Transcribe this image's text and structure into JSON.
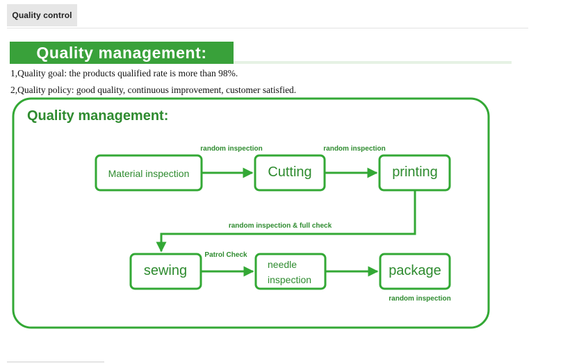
{
  "tab": {
    "label": "Quality control"
  },
  "banner": {
    "title": "Quality management:"
  },
  "lines": [
    "1,Quality goal: the products qualified rate is more than 98%.",
    "2,Quality policy: good quality, continuous improvement, customer satisfied."
  ],
  "diagram": {
    "title": "Quality management:",
    "boxes": {
      "material": "Material inspection",
      "cutting": "Cutting",
      "printing": "printing",
      "sewing": "sewing",
      "needle_1": "needle",
      "needle_2": "inspection",
      "package": "package"
    },
    "edges": {
      "material_to_cutting": "random inspection",
      "cutting_to_printing": "random inspection",
      "printing_to_sewing": "random inspection & full check",
      "sewing_to_needle": "Patrol Check",
      "package": "random inspection"
    },
    "colors": {
      "green": "#33a835",
      "dark_green": "#2e8b2f"
    }
  }
}
